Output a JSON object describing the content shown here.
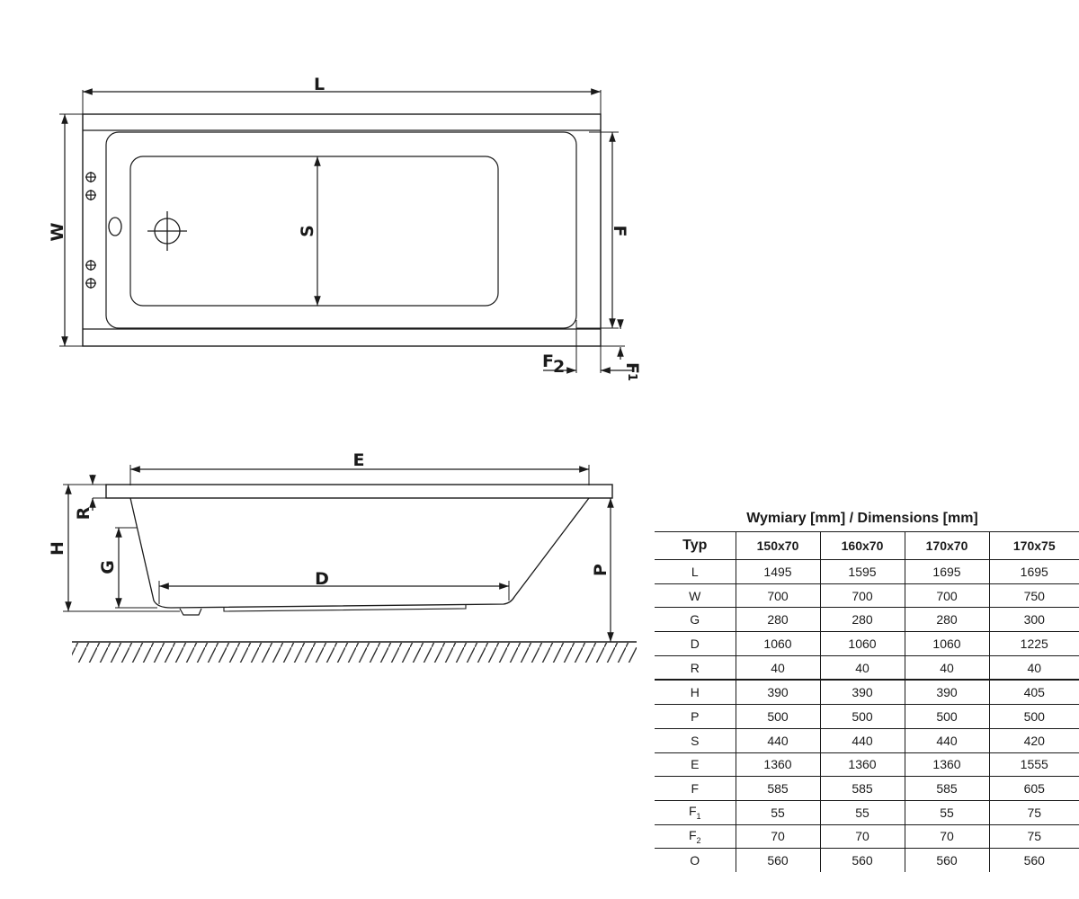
{
  "diagram": {
    "top_view_labels": {
      "L": "L",
      "W": "W",
      "S": "S",
      "F": "F",
      "F2": "F",
      "F2_sub": "2",
      "F1": "F",
      "F1_sub": "1"
    },
    "side_view_labels": {
      "E": "E",
      "H": "H",
      "R": "R",
      "G": "G",
      "D": "D",
      "P": "P"
    }
  },
  "table": {
    "title": "Wymiary [mm] / Dimensions [mm]",
    "header": {
      "label": "Typ",
      "columns": [
        "150x70",
        "160x70",
        "170x70",
        "170x75"
      ]
    },
    "rows": [
      {
        "param": "L",
        "sub": "",
        "values": [
          "1495",
          "1595",
          "1695",
          "1695"
        ]
      },
      {
        "param": "W",
        "sub": "",
        "values": [
          "700",
          "700",
          "700",
          "750"
        ]
      },
      {
        "param": "G",
        "sub": "",
        "values": [
          "280",
          "280",
          "280",
          "300"
        ]
      },
      {
        "param": "D",
        "sub": "",
        "values": [
          "1060",
          "1060",
          "1060",
          "1225"
        ]
      },
      {
        "param": "R",
        "sub": "",
        "values": [
          "40",
          "40",
          "40",
          "40"
        ]
      },
      {
        "param": "H",
        "sub": "",
        "values": [
          "390",
          "390",
          "390",
          "405"
        ]
      },
      {
        "param": "P",
        "sub": "",
        "values": [
          "500",
          "500",
          "500",
          "500"
        ]
      },
      {
        "param": "S",
        "sub": "",
        "values": [
          "440",
          "440",
          "440",
          "420"
        ]
      },
      {
        "param": "E",
        "sub": "",
        "values": [
          "1360",
          "1360",
          "1360",
          "1555"
        ]
      },
      {
        "param": "F",
        "sub": "",
        "values": [
          "585",
          "585",
          "585",
          "605"
        ]
      },
      {
        "param": "F",
        "sub": "1",
        "values": [
          "55",
          "55",
          "55",
          "75"
        ]
      },
      {
        "param": "F",
        "sub": "2",
        "values": [
          "70",
          "70",
          "70",
          "75"
        ]
      },
      {
        "param": "O",
        "sub": "",
        "values": [
          "560",
          "560",
          "560",
          "560"
        ]
      }
    ]
  }
}
